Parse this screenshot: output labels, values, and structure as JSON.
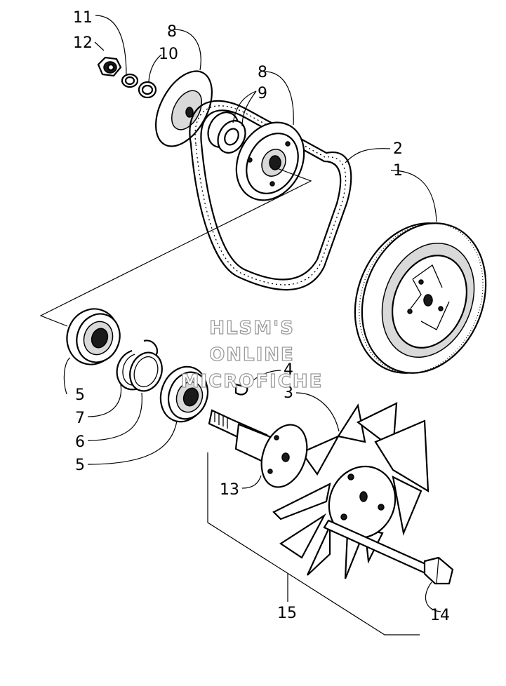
{
  "callouts": {
    "c1": "1",
    "c2": "2",
    "c3": "3",
    "c4": "4",
    "c5a": "5",
    "c5b": "5",
    "c6": "6",
    "c7": "7",
    "c8a": "8",
    "c8b": "8",
    "c9": "9",
    "c10": "10",
    "c11": "11",
    "c12": "12",
    "c13": "13",
    "c14": "14",
    "c15": "15"
  },
  "watermark": {
    "line1": "HLSM'S",
    "line2": "ONLINE",
    "line3": "MICROFICHE"
  }
}
